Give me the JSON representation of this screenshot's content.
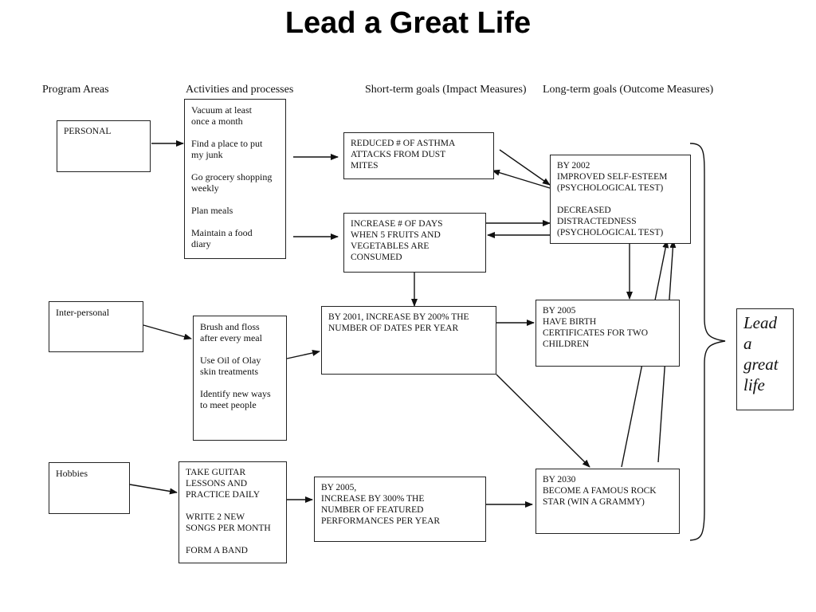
{
  "title": "Lead a Great Life",
  "headers": {
    "program_areas": "Program Areas",
    "activities": "Activities and processes",
    "short_term_1": "Short-term goals",
    "short_term_2": "(Impact Measures)",
    "long_term_1": "Long-term goals",
    "long_term_2": "(Outcome Measures)"
  },
  "program_areas": {
    "personal": "PERSONAL",
    "interpersonal": "Inter-personal",
    "hobbies": "Hobbies"
  },
  "activities": {
    "personal": [
      [
        "Vacuum at least",
        "once a month"
      ],
      [
        "Find a place to put",
        "my junk"
      ],
      [
        "Go grocery shopping",
        "weekly"
      ],
      [
        "Plan meals"
      ],
      [
        "Maintain a food",
        "diary"
      ]
    ],
    "interpersonal": [
      [
        "Brush and floss",
        "after every meal"
      ],
      [
        "Use Oil of Olay",
        "skin treatments"
      ],
      [
        "Identify new ways",
        "to meet people"
      ]
    ],
    "hobbies": [
      [
        "TAKE GUITAR",
        "LESSONS AND",
        "PRACTICE DAILY"
      ],
      [
        "WRITE 2 NEW",
        "SONGS PER MONTH"
      ],
      [
        "FORM A BAND"
      ]
    ]
  },
  "short_term": {
    "asthma": [
      "REDUCED # OF ASTHMA",
      "ATTACKS FROM DUST",
      "MITES"
    ],
    "fruits": [
      "INCREASE # OF DAYS",
      "WHEN 5 FRUITS AND",
      "VEGETABLES ARE",
      "CONSUMED"
    ],
    "dates": [
      "BY 2001, INCREASE BY 200% THE",
      "NUMBER OF DATES PER YEAR"
    ],
    "performances": [
      "BY 2005,",
      "INCREASE BY 300% THE",
      "NUMBER OF FEATURED",
      "PERFORMANCES PER YEAR"
    ]
  },
  "long_term": {
    "self_esteem": [
      [
        "BY 2002",
        "IMPROVED SELF-ESTEEM",
        "(PSYCHOLOGICAL TEST)"
      ],
      [
        "DECREASED",
        "DISTRACTEDNESS",
        "(PSYCHOLOGICAL TEST)"
      ]
    ],
    "children": [
      "BY 2005",
      "HAVE BIRTH",
      "CERTIFICATES FOR TWO",
      "CHILDREN"
    ],
    "rock_star": [
      "BY 2030",
      "BECOME A FAMOUS ROCK",
      "STAR (WIN A GRAMMY)"
    ]
  },
  "outcome": [
    "Lead",
    "a",
    "great",
    "life"
  ]
}
